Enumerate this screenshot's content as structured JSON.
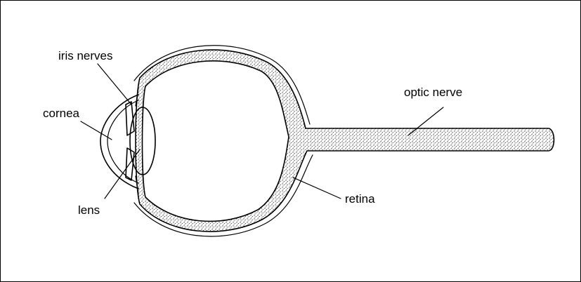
{
  "labels": {
    "iris_nerves": "iris nerves",
    "cornea": "cornea",
    "lens": "lens",
    "optic_nerve": "optic nerve",
    "retina": "retina"
  },
  "colors": {
    "ink": "#000000",
    "background": "#ffffff"
  }
}
